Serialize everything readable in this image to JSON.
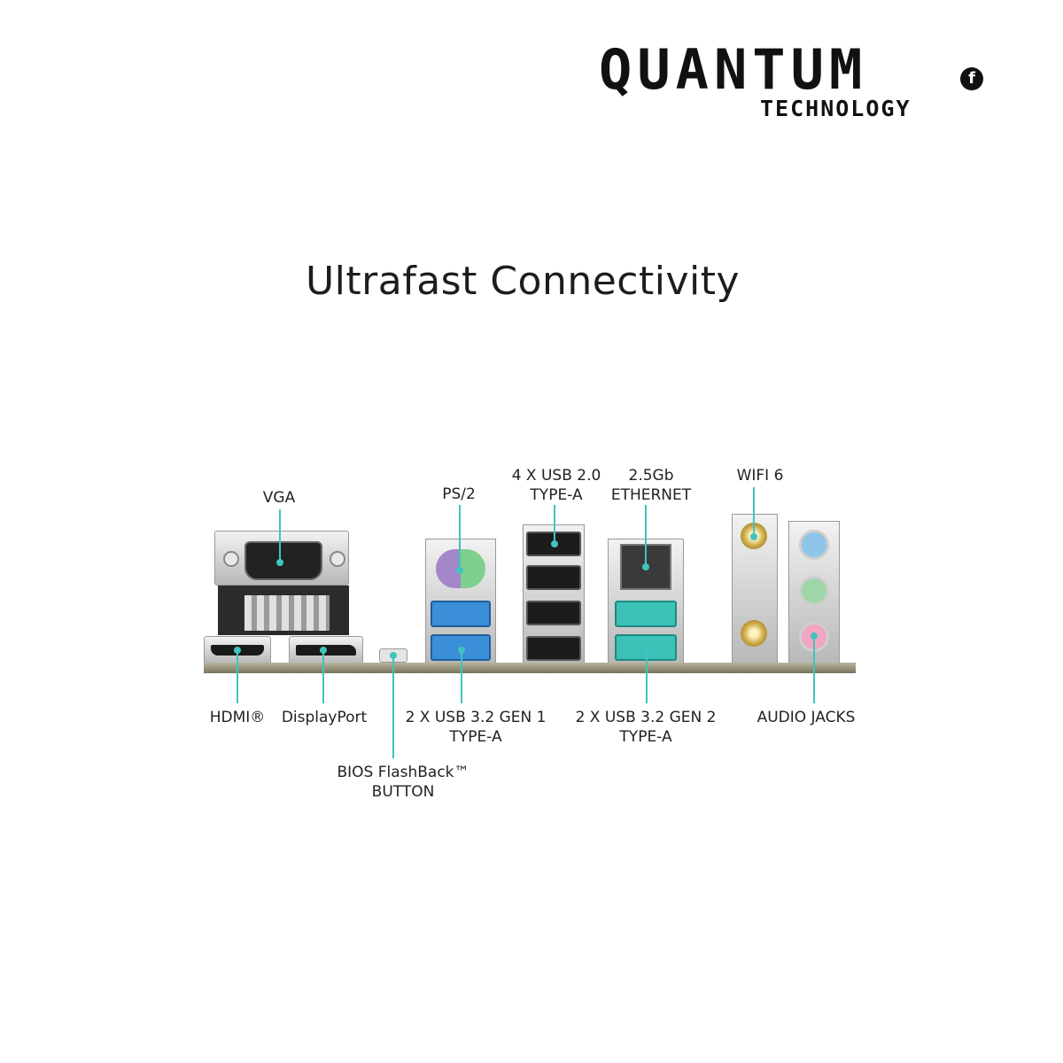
{
  "logo": {
    "main": "QUANTUM",
    "sub": "TECHNOLOGY",
    "badge": "f",
    "badge_icon": "facebook-icon"
  },
  "title": "Ultrafast Connectivity",
  "labels": {
    "vga": "VGA",
    "ps2": "PS/2",
    "usb20": {
      "line1": "4 X USB 2.0",
      "line2": "TYPE-A"
    },
    "ethernet": {
      "line1": "2.5Gb",
      "line2": "ETHERNET"
    },
    "wifi": "WIFI 6",
    "hdmi": "HDMI®",
    "displayport": "DisplayPort",
    "usb32g1": {
      "line1": "2 X USB 3.2 GEN 1",
      "line2": "TYPE-A"
    },
    "usb32g2": {
      "line1": "2 X USB 3.2 GEN 2",
      "line2": "TYPE-A"
    },
    "audio": "AUDIO JACKS",
    "bios": {
      "line1": "BIOS FlashBack™",
      "line2": "BUTTON"
    }
  },
  "colors": {
    "leader": "#3fc4bf",
    "usb3_gen1": "#3b8ed8",
    "usb3_gen2": "#3cc1b6",
    "audio_line_in": "#8ec5e8",
    "audio_line_out": "#9ed6a8",
    "audio_mic": "#f2a6c4",
    "ps2_purple": "#a487c9",
    "ps2_green": "#7fcf8f"
  }
}
